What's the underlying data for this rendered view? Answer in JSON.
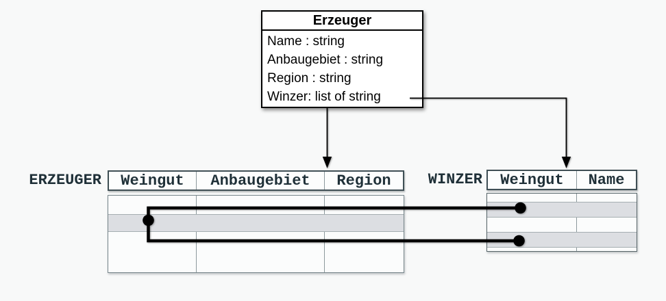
{
  "class_box": {
    "title": "Erzeuger",
    "attributes": [
      "Name : string",
      "Anbaugebiet : string",
      "Region : string",
      "Winzer: list of string"
    ]
  },
  "erzeuger_table": {
    "label": "ERZEUGER",
    "columns": [
      "Weingut",
      "Anbaugebiet",
      "Region"
    ],
    "body_rows": 3,
    "highlighted_row_index": 2
  },
  "winzer_table": {
    "label": "WINZER",
    "columns": [
      "Weingut",
      "Name"
    ],
    "body_rows": 4,
    "highlighted_row_indices": [
      2,
      4
    ]
  },
  "colors": {
    "background": "#f8f9f9",
    "row_highlight": "#dcdee2",
    "table_text": "#1f3038",
    "connector": "#000000",
    "table_border": "#3f4f55"
  }
}
